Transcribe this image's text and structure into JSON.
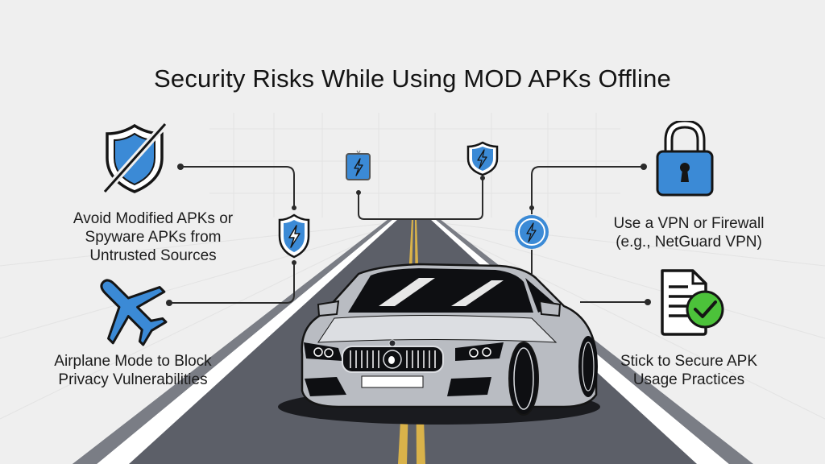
{
  "title": "Security Risks While Using MOD APKs Offline",
  "colors": {
    "background": "#efefef",
    "accent_blue": "#3b8ad6",
    "accent_green": "#4cc23a",
    "road": "#5c5f68",
    "lane_yellow": "#d9b24a",
    "outline": "#151515",
    "car_body": "#b9bcc2"
  },
  "items": [
    {
      "id": "avoid-modified",
      "icon": "shield-slash-icon",
      "lines": [
        "Avoid Modified APKs or",
        "Spyware APKs from",
        "Untrusted Sources"
      ]
    },
    {
      "id": "airplane-mode",
      "icon": "airplane-icon",
      "lines": [
        "Airplane Mode to Block",
        "Privacy Vulnerabilities"
      ]
    },
    {
      "id": "vpn-firewall",
      "icon": "padlock-icon",
      "lines": [
        "Use a VPN or Firewall",
        "(e.g., NetGuard VPN)"
      ]
    },
    {
      "id": "secure-practices",
      "icon": "document-check-icon",
      "lines": [
        "Stick to Secure APK",
        "Usage Practices"
      ]
    }
  ],
  "connector_nodes": [
    {
      "id": "left-shield-node",
      "icon": "shield-bolt-icon"
    },
    {
      "id": "top-left-battery-node",
      "icon": "battery-bolt-icon"
    },
    {
      "id": "top-right-shield-node",
      "icon": "shield-bolt-icon"
    },
    {
      "id": "right-circle-node",
      "icon": "circle-bolt-icon"
    }
  ]
}
